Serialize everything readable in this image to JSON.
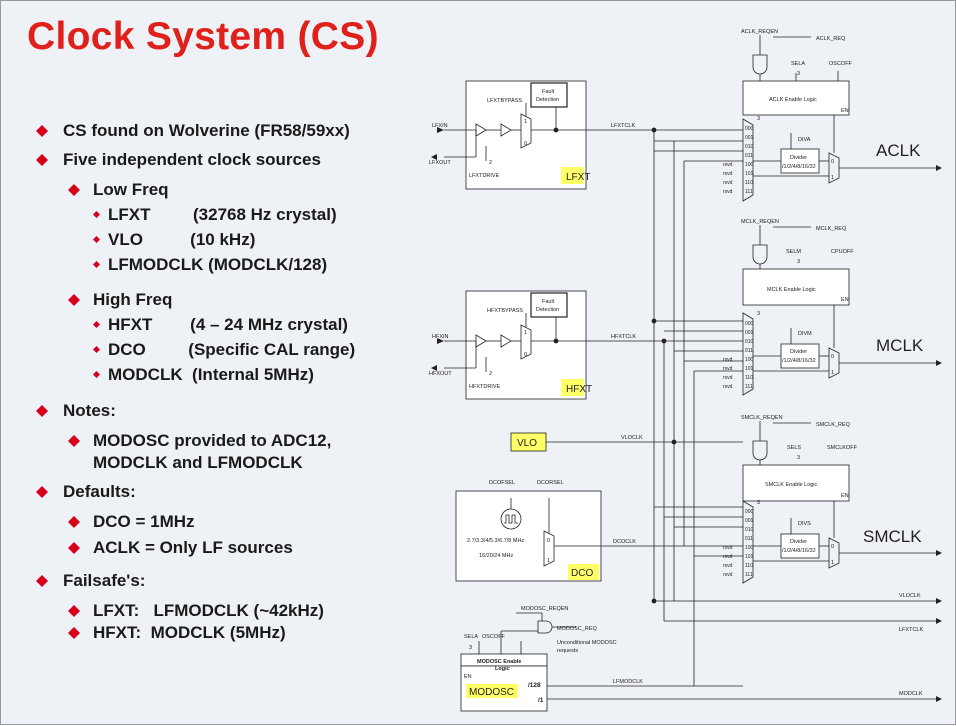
{
  "slide": {
    "title": "Clock System (CS)",
    "accent_color": "#e0211b",
    "bullet_color": "#d6001c",
    "icons": {
      "level1": "diamond-bullet-icon",
      "level3": "small-diamond-bullet-icon"
    }
  },
  "bullets": {
    "b1": "CS found on Wolverine (FR58/59xx)",
    "b2": "Five independent clock sources",
    "b2_low": "Low Freq",
    "lf1": "LFXT         (32768 Hz crystal)",
    "lf2": "VLO          (10 kHz)",
    "lf3": "LFMODCLK (MODCLK/128)",
    "b2_high": "High Freq",
    "hf1": "HFXT        (4 – 24 MHz crystal)",
    "hf2": "DCO         (Specific CAL range)",
    "hf3": "MODCLK  (Internal 5MHz)",
    "b3": "Notes:",
    "n1a": "MODOSC provided to ADC12,",
    "n1b": "MODCLK and LFMODCLK",
    "b4": "Defaults:",
    "d1": "DCO = 1MHz",
    "d2": "ACLK = Only LF sources",
    "b5": "Failsafe's:",
    "f1": "LFXT:   LFMODCLK (~42kHz)",
    "f2": "HFXT:  MODCLK (5MHz)"
  },
  "diagram": {
    "aclk_reqen": "ACLK_REQEN",
    "aclk_req": "ACLK_REQ",
    "sela": "SELA",
    "oscoff": "OSCOFF",
    "aclk_logic": "ACLK Enable Logic",
    "en": "EN",
    "diva": "DIVA",
    "divider": "Divider",
    "div_aclk": "/1/2/4/8/16/32",
    "aclk": "ACLK",
    "mclk_reqen": "MCLK_REQEN",
    "mclk_req": "MCLK_REQ",
    "selm": "SELM",
    "cpuoff": "CPUOFF",
    "mclk_logic": "MCLK Enable Logic",
    "divm": "DIVM",
    "div_mclk": "/1/2/4/8/16/32",
    "mclk": "MCLK",
    "smclk_reqen": "SMCLK_REQEN",
    "smclk_req": "SMCLK_REQ",
    "sels": "SELS",
    "smclkoff": "SMCLKOFF",
    "smclk_logic": "SMCLK Enable Logic",
    "divs": "DIVS",
    "div_smclk": "/1/2/4/8/16/32",
    "smclk": "SMCLK",
    "mux_codes": [
      "000",
      "001",
      "010",
      "011",
      "100",
      "101",
      "110",
      "111"
    ],
    "mux_codes_res": [
      "000",
      "001",
      "010",
      "011",
      "rsvd",
      "rsvd",
      "rsvd",
      "rsvd"
    ],
    "rsvd": "rsvd",
    "three": "3",
    "lfxtbypass": "LFXTBYPASS",
    "fault": "Fault",
    "detection": "Detection",
    "lfxin": "LFXIN",
    "lfxout": "LFXOUT",
    "lfxtdrive": "LFXTDRIVE",
    "two": "2",
    "lfxt": "LFXT",
    "lfxtclk": "LFXTCLK",
    "hfxtbypass": "HFXTBYPASS",
    "hfxin": "HFXIN",
    "hfxout": "HFXOUT",
    "hfxtdrive": "HFXTDRIVE",
    "hfxt": "HFXT",
    "hfxtclk": "HFXTCLK",
    "vlo": "VLO",
    "vloclk": "VLOCLK",
    "dcofsel": "DCOFSEL",
    "dcorsel": "DCORSEL",
    "dco_freq1": "2.7/3.3/4/5.3/6.7/8 MHz",
    "dco_freq2": "16/20/24 MHz",
    "zero": "0",
    "one": "1",
    "dco": "DCO",
    "dcoclk": "DCOCLK",
    "modosc_reqen": "MODOSC_REQEN",
    "modosc_req": "MODOSC_REQ",
    "uncond": "Unconditional MODOSC",
    "requests": "requests",
    "modosc_logic": "MODOSC Enable",
    "logic": "Logic",
    "modosc": "MODOSC",
    "div128": "/128",
    "div1": "/1",
    "lfmodclk": "LFMODCLK",
    "modclk": "MODCLK",
    "vloclk_out": "VLOCLK",
    "lfxtclk_out": "LFXTCLK",
    "modclk_out": "MODCLK",
    "highlight_color": "#ffff66"
  }
}
